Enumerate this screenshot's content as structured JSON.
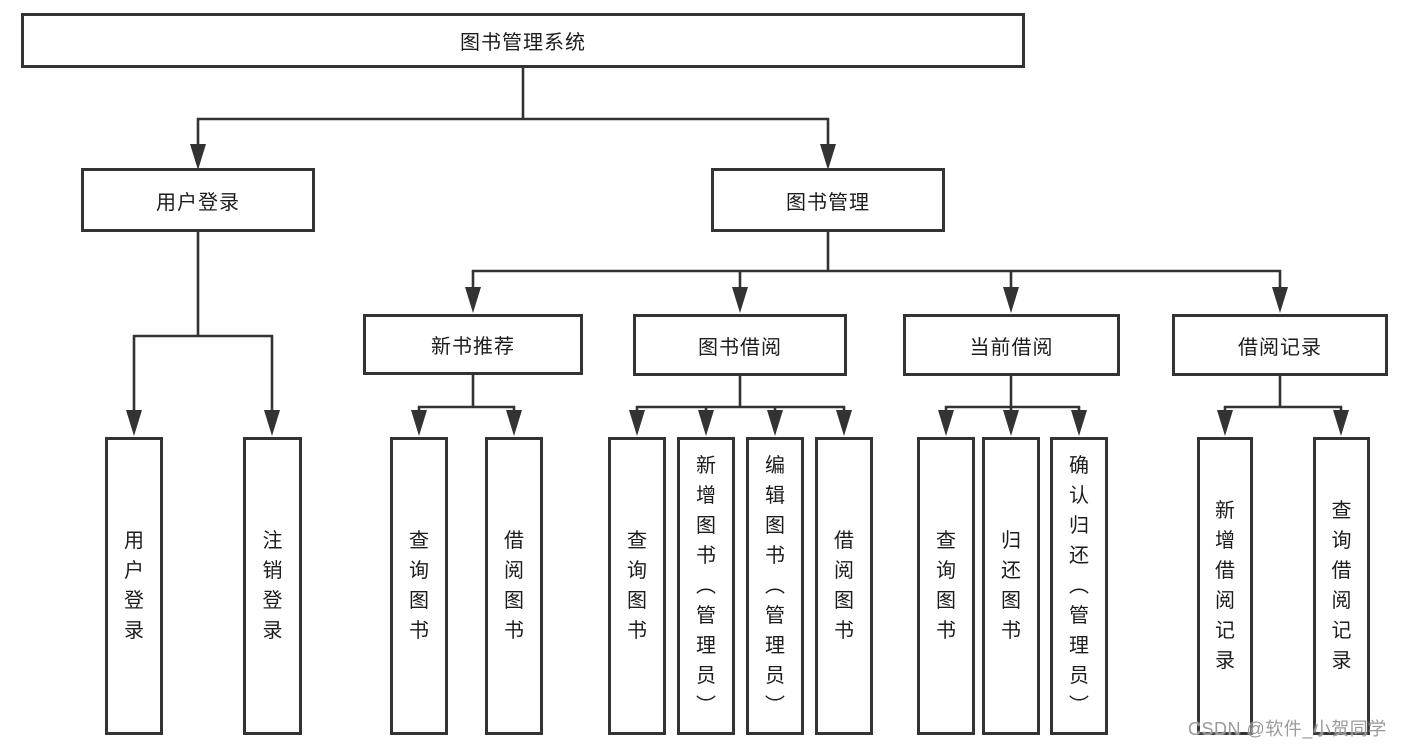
{
  "diagram": {
    "root": {
      "label": "图书管理系统"
    },
    "branches": [
      {
        "label": "用户登录",
        "leaves": [
          {
            "label": "用户登录"
          },
          {
            "label": "注销登录"
          }
        ]
      },
      {
        "label": "图书管理",
        "groups": [
          {
            "label": "新书推荐",
            "leaves": [
              {
                "label": "查询图书"
              },
              {
                "label": "借阅图书"
              }
            ]
          },
          {
            "label": "图书借阅",
            "leaves": [
              {
                "label": "查询图书"
              },
              {
                "label": "新增图书（管理员）"
              },
              {
                "label": "编辑图书（管理员）"
              },
              {
                "label": "借阅图书"
              }
            ]
          },
          {
            "label": "当前借阅",
            "leaves": [
              {
                "label": "查询图书"
              },
              {
                "label": "归还图书"
              },
              {
                "label": "确认归还（管理员）"
              }
            ]
          },
          {
            "label": "借阅记录",
            "leaves": [
              {
                "label": "新增借阅记录"
              },
              {
                "label": "查询借阅记录"
              }
            ]
          }
        ]
      }
    ]
  },
  "watermark": {
    "text": "CSDN @软件_小贺同学"
  },
  "colors": {
    "line": "#333333",
    "text": "#1c1c1c",
    "watermark": "#9b9b9b",
    "background": "#ffffff"
  }
}
